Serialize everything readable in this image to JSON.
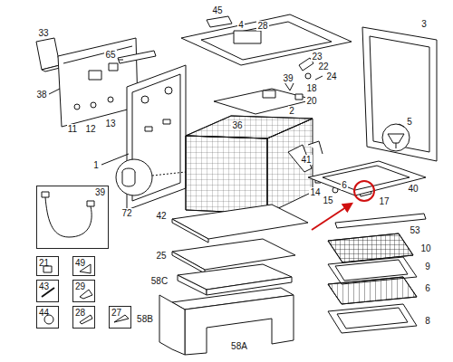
{
  "diagram": {
    "nodes": [
      {
        "text": [
          "39"
        ]
      },
      {
        "text": [
          "21"
        ]
      },
      {
        "text": [
          "49"
        ]
      },
      {
        "text": [
          "43"
        ]
      },
      {
        "text": [
          "29"
        ]
      },
      {
        "text": [
          "44"
        ]
      },
      {
        "text": [
          "28"
        ]
      },
      {
        "text": [
          "27"
        ]
      }
    ],
    "labels": [
      "33",
      "45",
      "4",
      "28",
      "3",
      "65",
      "23",
      "22",
      "24",
      "38",
      "11",
      "12",
      "13",
      "39",
      "18",
      "20",
      "36",
      "2",
      "1",
      "5",
      "72",
      "41",
      "14",
      "15",
      "6",
      "17",
      "40",
      "42",
      "53",
      "25",
      "10",
      "9",
      "6",
      "58C",
      "58B",
      "8",
      "58A"
    ]
  }
}
